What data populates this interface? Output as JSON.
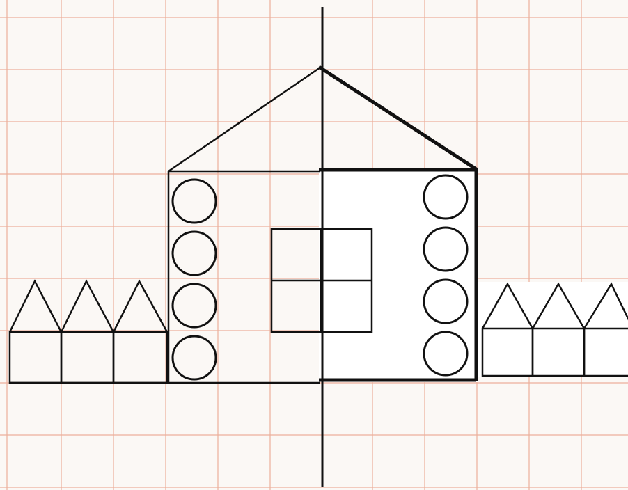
{
  "paper": {
    "background": "#fbf8f5",
    "grid_color": "#e9a38c",
    "ink_color": "#111111",
    "drawn_overlay_color": "#ffffff"
  },
  "figure": {
    "description_free": true,
    "left_fence_posts": 3,
    "right_fence_posts": 3,
    "left_wall_circles": 4,
    "right_wall_circles": 4,
    "window_panes": 4
  }
}
